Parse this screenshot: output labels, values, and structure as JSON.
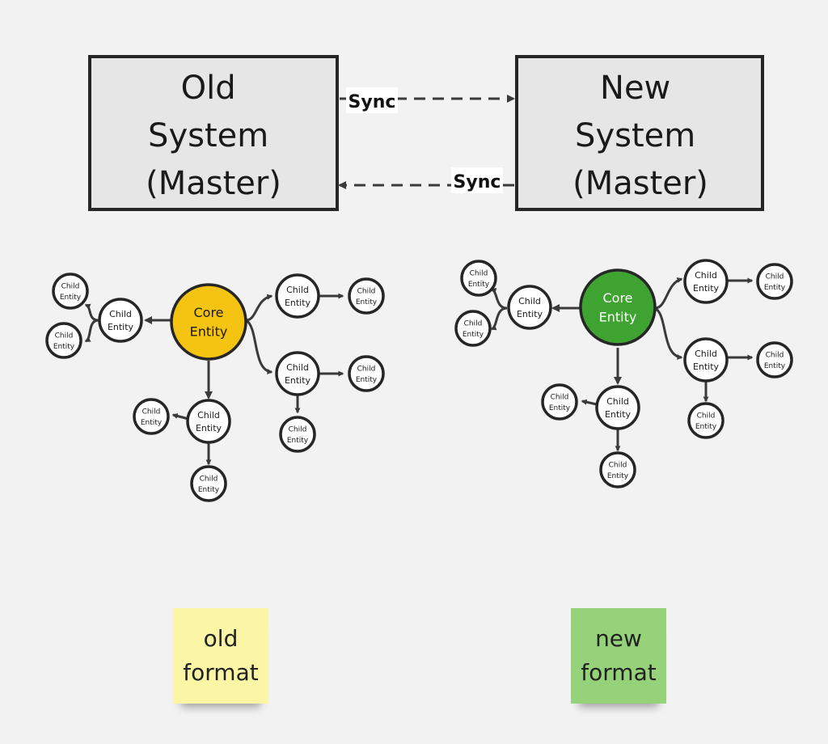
{
  "colors": {
    "background": "#f2f2f2",
    "box_fill": "#e6e6e6",
    "stroke": "#262626",
    "edge": "#3a3a3a",
    "core_old": "#f5c311",
    "core_new": "#3ea330",
    "child_fill": "#ffffff",
    "note_old": "#fbf6a6",
    "note_new": "#95d27a"
  },
  "systems": {
    "old": {
      "lines": [
        "Old",
        "System",
        "(Master)"
      ]
    },
    "new": {
      "lines": [
        "New",
        "System",
        "(Master)"
      ]
    }
  },
  "sync_links": [
    {
      "label": "Sync",
      "from": "old",
      "to": "new"
    },
    {
      "label": "Sync",
      "from": "new",
      "to": "old"
    }
  ],
  "diagrams": {
    "old": {
      "core_lines": [
        "Core",
        "Entity"
      ],
      "child_lines": [
        "Child",
        "Entity"
      ]
    },
    "new": {
      "core_lines": [
        "Core",
        "Entity"
      ],
      "child_lines": [
        "Child",
        "Entity"
      ]
    }
  },
  "notes": {
    "old": {
      "lines": [
        "old",
        "format"
      ]
    },
    "new": {
      "lines": [
        "new",
        "format"
      ]
    }
  }
}
